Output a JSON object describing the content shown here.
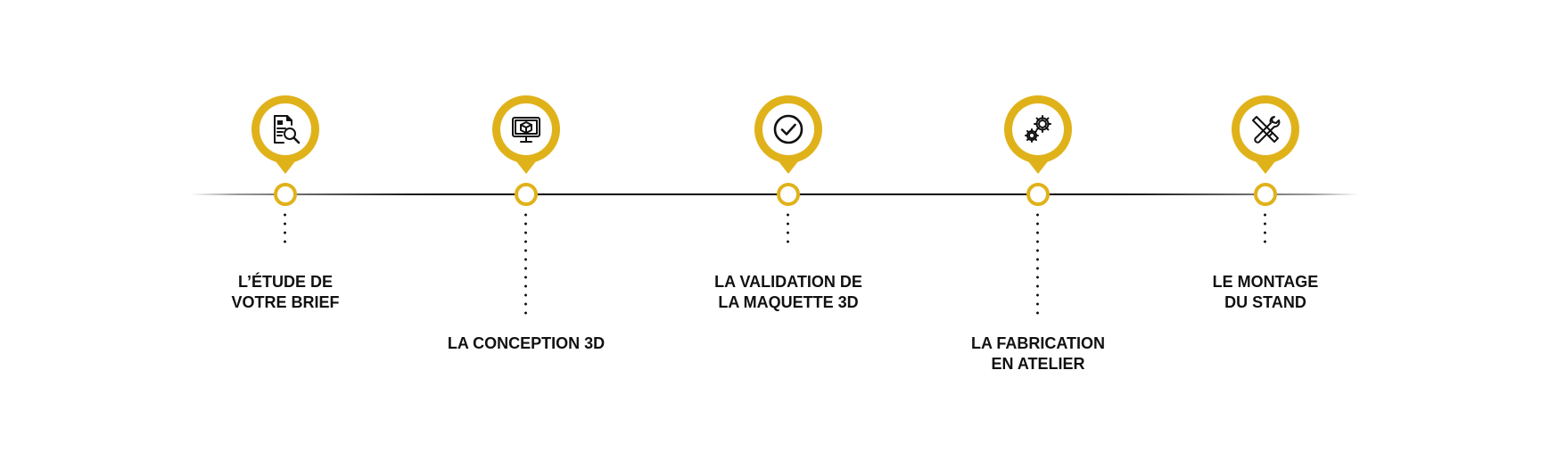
{
  "accent_color": "#e0b21a",
  "line_color": "#000000",
  "steps": [
    {
      "icon": "document-search-icon",
      "label_lines": [
        "L’ÉTUDE DE",
        "VOTRE BRIEF"
      ]
    },
    {
      "icon": "monitor-3d-cube-icon",
      "label_lines": [
        "LA CONCEPTION 3D"
      ]
    },
    {
      "icon": "check-circle-icon",
      "label_lines": [
        "LA VALIDATION DE",
        "LA MAQUETTE 3D"
      ]
    },
    {
      "icon": "gears-icon",
      "label_lines": [
        "LA FABRICATION",
        "EN ATELIER"
      ]
    },
    {
      "icon": "tools-icon",
      "label_lines": [
        "LE MONTAGE",
        "DU STAND"
      ]
    }
  ]
}
